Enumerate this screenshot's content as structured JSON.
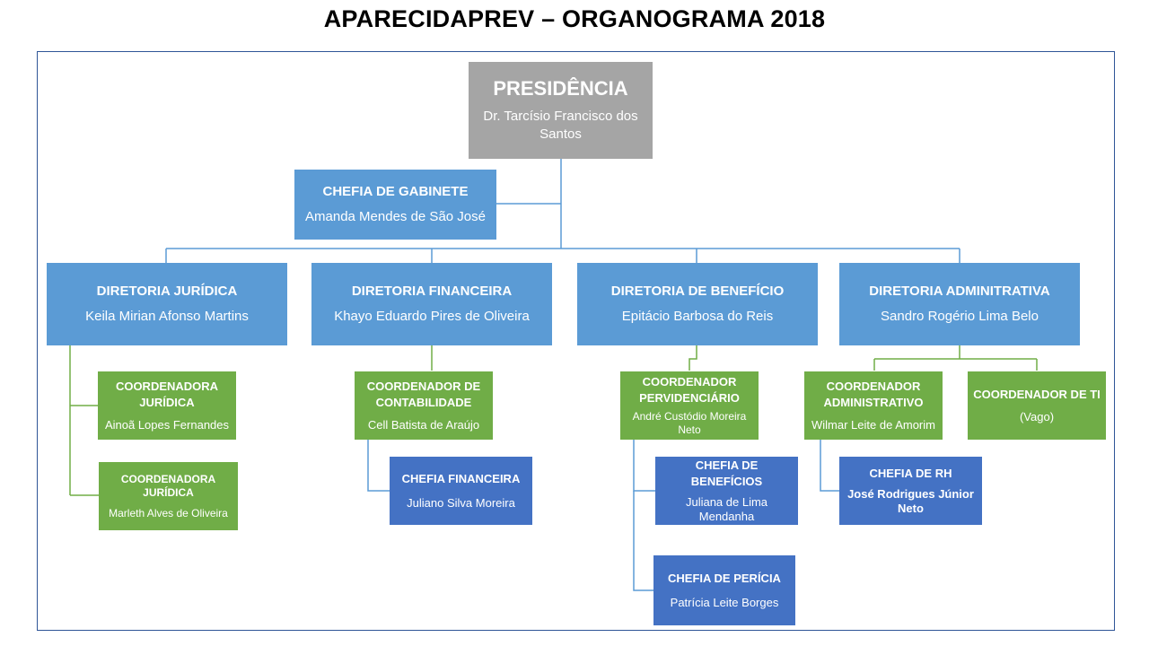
{
  "title": "APARECIDAPREV – ORGANOGRAMA 2018",
  "colors": {
    "gray": "#a5a5a5",
    "light_blue": "#5b9bd5",
    "green": "#70ad47",
    "dark_blue": "#4472c4",
    "line_blue": "#5b9bd5",
    "line_green": "#70ad47"
  },
  "presidencia": {
    "title": "PRESIDÊNCIA",
    "name": "Dr. Tarcísio Francisco dos Santos"
  },
  "chefia_gabinete": {
    "title": "CHEFIA DE GABINETE",
    "name": "Amanda Mendes de São José"
  },
  "diretorias": [
    {
      "title": "DIRETORIA JURÍDICA",
      "name": "Keila Mirian Afonso Martins"
    },
    {
      "title": "DIRETORIA FINANCEIRA",
      "name": "Khayo Eduardo Pires de Oliveira"
    },
    {
      "title": "DIRETORIA DE BENEFÍCIO",
      "name": "Epitácio Barbosa do Reis"
    },
    {
      "title": "DIRETORIA ADMINITRATIVA",
      "name": "Sandro Rogério Lima Belo"
    }
  ],
  "coordenadores": {
    "juridica_1": {
      "title": "COORDENADORA JURÍDICA",
      "name": "Ainoã Lopes Fernandes"
    },
    "juridica_2": {
      "title": "COORDENADORA JURÍDICA",
      "name": "Marleth Alves de Oliveira"
    },
    "contabilidade": {
      "title": "COORDENADOR DE CONTABILIDADE",
      "name": "Cell Batista de Araújo"
    },
    "previdenciario": {
      "title": "COORDENADOR PERVIDENCIÁRIO",
      "name": "André Custódio Moreira Neto"
    },
    "administrativo": {
      "title": "COORDENADOR ADMINISTRATIVO",
      "name": "Wilmar Leite de Amorim"
    },
    "ti": {
      "title": "COORDENADOR DE TI",
      "name": "(Vago)"
    }
  },
  "chefias": {
    "financeira": {
      "title": "CHEFIA FINANCEIRA",
      "name": "Juliano Silva Moreira"
    },
    "beneficios": {
      "title": "CHEFIA DE BENEFÍCIOS",
      "name": "Juliana de Lima Mendanha"
    },
    "pericia": {
      "title": "CHEFIA DE PERÍCIA",
      "name": "Patrícia Leite Borges"
    },
    "rh": {
      "title": "CHEFIA DE RH",
      "name": "José Rodrigues Júnior Neto"
    }
  }
}
